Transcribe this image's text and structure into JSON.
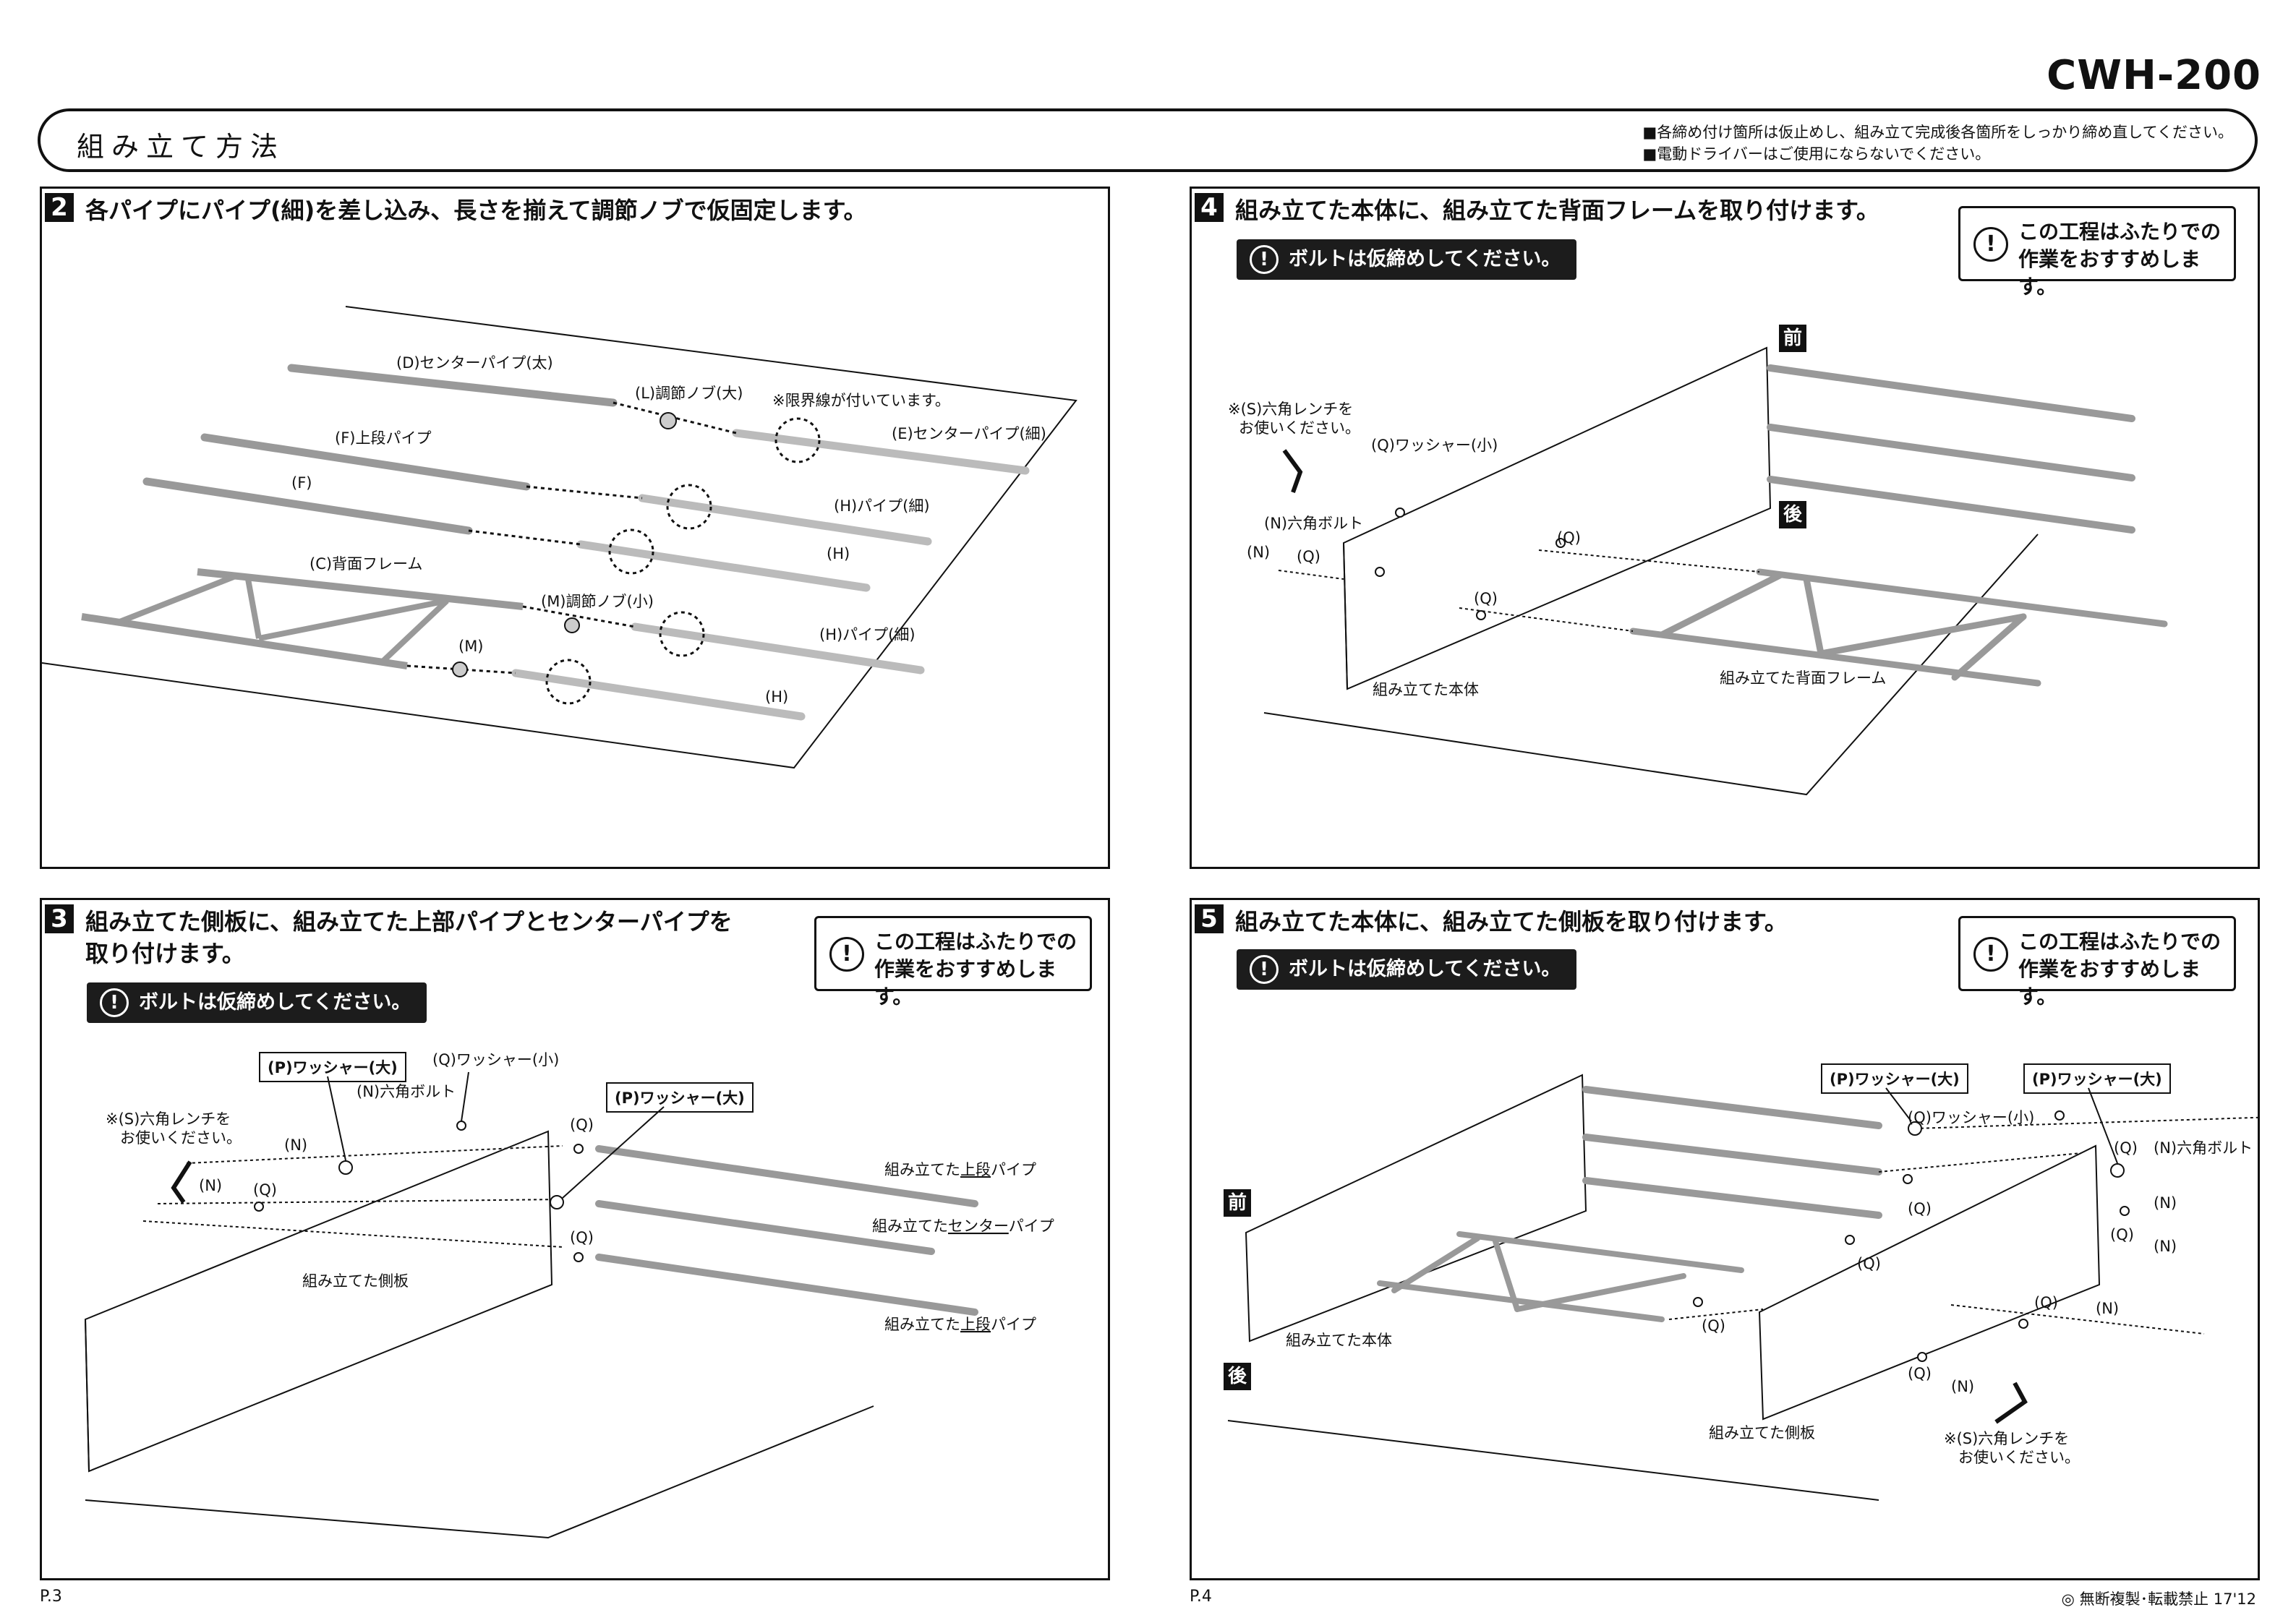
{
  "model": "CWH-200",
  "header": {
    "title": "組み立て方法",
    "notes": [
      "■各締め付け箇所は仮止めし、組み立て完成後各箇所をしっかり締め直してください。",
      "■電動ドライバーはご使用にならないでください。"
    ]
  },
  "common": {
    "bolt_note": "ボルトは仮締めしてください。",
    "two_person_line1": "この工程はふたりでの",
    "two_person_line2": "作業をおすすめします。",
    "bang": "!"
  },
  "step2": {
    "num": "2",
    "title": "各パイプにパイプ(細)を差し込み、長さを揃えて調節ノブで仮固定します。",
    "labels": {
      "D": "(D)センターパイプ(太)",
      "L": "(L)調節ノブ(大)",
      "limit": "※限界線が付いています。",
      "E": "(E)センターパイプ(細)",
      "F_upper": "(F)上段パイプ",
      "F": "(F)",
      "H_thin1": "(H)パイプ(細)",
      "H1": "(H)",
      "C": "(C)背面フレーム",
      "M_small": "(M)調節ノブ(小)",
      "H_thin2": "(H)パイプ(細)",
      "M": "(M)",
      "H2": "(H)"
    }
  },
  "step3": {
    "num": "3",
    "title_line1": "組み立てた側板に、組み立てた上部パイプとセンターパイプを",
    "title_line2": "取り付けます。",
    "labels": {
      "P1": "(P)ワッシャー(大)",
      "Q_small": "(Q)ワッシャー(小)",
      "N_bolt": "(N)六角ボルト",
      "P2": "(P)ワッシャー(大)",
      "wrench1": "※(S)六角レンチを",
      "wrench2": "お使いください。",
      "N": "(N)",
      "Q": "(Q)",
      "upper1_a": "組み立てた",
      "upper1_b": "上段",
      "upper1_c": "パイプ",
      "center_a": "組み立てた",
      "center_b": "センター",
      "center_c": "パイプ",
      "upper2_a": "組み立てた",
      "upper2_b": "上段",
      "upper2_c": "パイプ",
      "side": "組み立てた側板"
    }
  },
  "step4": {
    "num": "4",
    "title": "組み立てた本体に、組み立てた背面フレームを取り付けます。",
    "labels": {
      "front": "前",
      "back": "後",
      "wrench1": "※(S)六角レンチを",
      "wrench2": "お使いください。",
      "Q_small": "(Q)ワッシャー(小)",
      "N_bolt": "(N)六角ボルト",
      "N": "(N)",
      "Q": "(Q)",
      "body": "組み立てた本体",
      "frame": "組み立てた背面フレーム"
    }
  },
  "step5": {
    "num": "5",
    "title": "組み立てた本体に、組み立てた側板を取り付けます。",
    "labels": {
      "P1": "(P)ワッシャー(大)",
      "P2": "(P)ワッシャー(大)",
      "Q_small": "(Q)ワッシャー(小)",
      "N_bolt": "(N)六角ボルト",
      "front": "前",
      "back": "後",
      "Q": "(Q)",
      "N": "(N)",
      "body": "組み立てた本体",
      "side": "組み立てた側板",
      "wrench1": "※(S)六角レンチを",
      "wrench2": "お使いください。"
    }
  },
  "footer": {
    "page_left": "P.3",
    "page_right": "P.4",
    "copyright": "◎ 無断複製･転載禁止 17'12"
  }
}
